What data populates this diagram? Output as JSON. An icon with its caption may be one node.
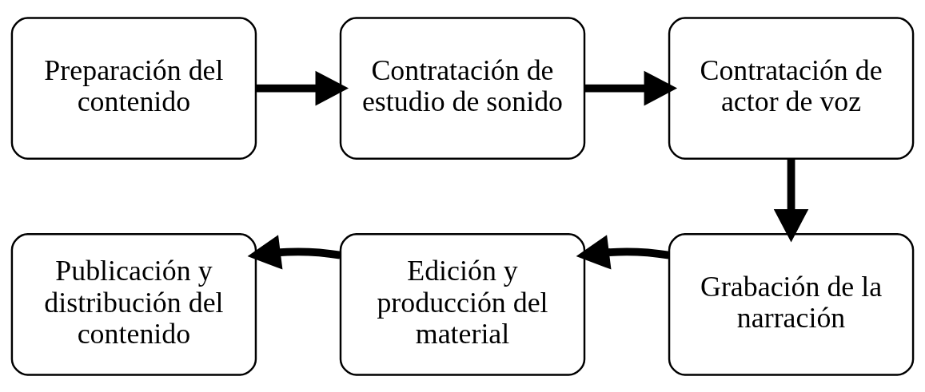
{
  "diagram": {
    "nodes": [
      {
        "text": [
          "Preparación del contenido"
        ]
      },
      {
        "text": [
          "Contratación de estudio de sonido"
        ]
      },
      {
        "text": [
          "Contratación de actor de voz"
        ]
      },
      {
        "text": [
          "Grabación de la narración"
        ]
      },
      {
        "text": [
          "Edición y producción del material"
        ]
      },
      {
        "text": [
          "Publicación y distribución del contenido"
        ]
      }
    ],
    "edges": [
      {
        "from": 0,
        "to": 1,
        "arrow": "to"
      },
      {
        "from": 1,
        "to": 2,
        "arrow": "to"
      },
      {
        "from": 2,
        "to": 3,
        "arrow": "to"
      },
      {
        "from": 3,
        "to": 4,
        "arrow": "to"
      },
      {
        "from": 4,
        "to": 5,
        "arrow": "to"
      }
    ]
  }
}
